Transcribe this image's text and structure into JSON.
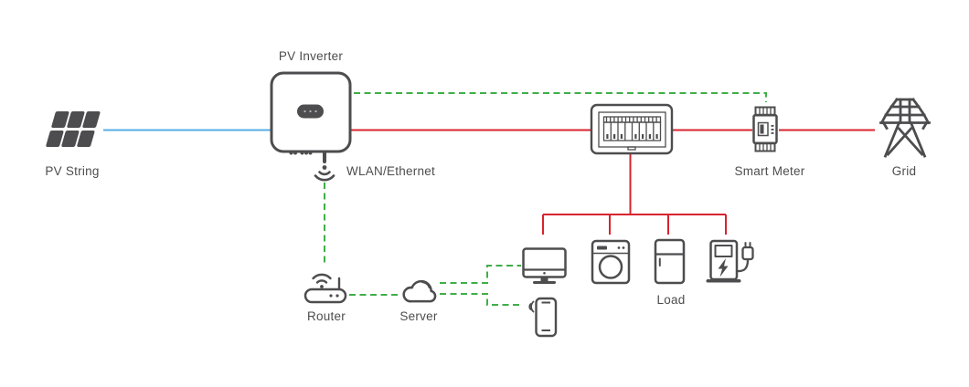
{
  "diagram": {
    "labels": {
      "pv_string": "PV String",
      "pv_inverter": "PV Inverter",
      "wlan_ethernet": "WLAN/Ethernet",
      "router": "Router",
      "server": "Server",
      "smart_meter": "Smart Meter",
      "grid": "Grid",
      "load": "Load"
    },
    "icons": [
      "solar-panel-icon",
      "inverter-icon",
      "wifi-icon",
      "router-icon",
      "cloud-icon",
      "breaker-panel-icon",
      "smart-meter-icon",
      "transmission-tower-icon",
      "monitor-icon",
      "smartphone-icon",
      "washing-machine-icon",
      "fridge-icon",
      "ev-charger-icon",
      "power-plug-icon"
    ],
    "connections": [
      {
        "from": "pv_string",
        "to": "pv_inverter",
        "type": "dc"
      },
      {
        "from": "pv_inverter",
        "to": "breaker_panel",
        "type": "ac"
      },
      {
        "from": "breaker_panel",
        "to": "smart_meter",
        "type": "ac"
      },
      {
        "from": "smart_meter",
        "to": "grid",
        "type": "ac"
      },
      {
        "from": "breaker_panel",
        "to": "loads",
        "type": "ac"
      },
      {
        "from": "pv_inverter",
        "to": "smart_meter",
        "type": "comm"
      },
      {
        "from": "pv_inverter",
        "to": "router",
        "type": "comm"
      },
      {
        "from": "router",
        "to": "server",
        "type": "comm"
      },
      {
        "from": "server",
        "to": "monitor",
        "type": "comm"
      },
      {
        "from": "server",
        "to": "smartphone",
        "type": "comm"
      }
    ],
    "colors": {
      "dc_line": "#55aee6",
      "ac_line": "#d9232e",
      "comm_line": "#3fae49",
      "icon": "#4d4d4f",
      "text": "#4d4d4f",
      "background": "#ffffff"
    }
  }
}
